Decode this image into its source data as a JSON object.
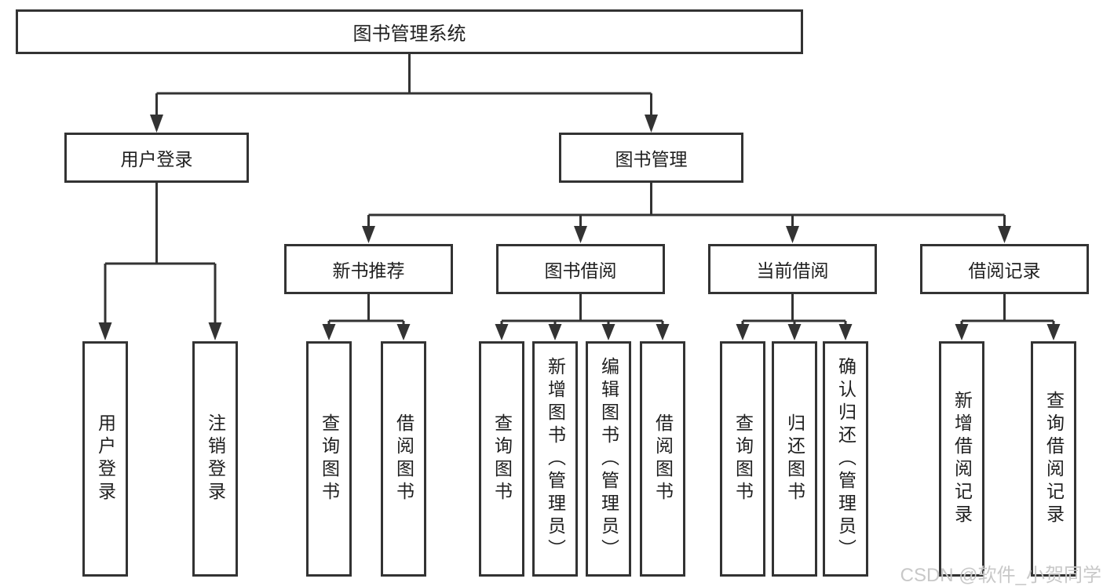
{
  "tree": {
    "root": "图书管理系统",
    "branches": [
      {
        "label": "用户登录",
        "children": [
          "用户登录",
          "注销登录"
        ]
      },
      {
        "label": "图书管理",
        "children": [
          {
            "label": "新书推荐",
            "children": [
              "查询图书",
              "借阅图书"
            ]
          },
          {
            "label": "图书借阅",
            "children": [
              "查询图书",
              "新增图书（管理员）",
              "编辑图书（管理员）",
              "借阅图书"
            ]
          },
          {
            "label": "当前借阅",
            "children": [
              "查询图书",
              "归还图书",
              "确认归还（管理员）"
            ]
          },
          {
            "label": "借阅记录",
            "children": [
              "新增借阅记录",
              "查询借阅记录"
            ]
          }
        ]
      }
    ]
  },
  "watermark": {
    "text": "CSDN @软件_小贺同学"
  },
  "colors": {
    "line": "#333333",
    "text": "#1f1f1f",
    "watermark": "#c8c8c8",
    "background": "#ffffff"
  }
}
